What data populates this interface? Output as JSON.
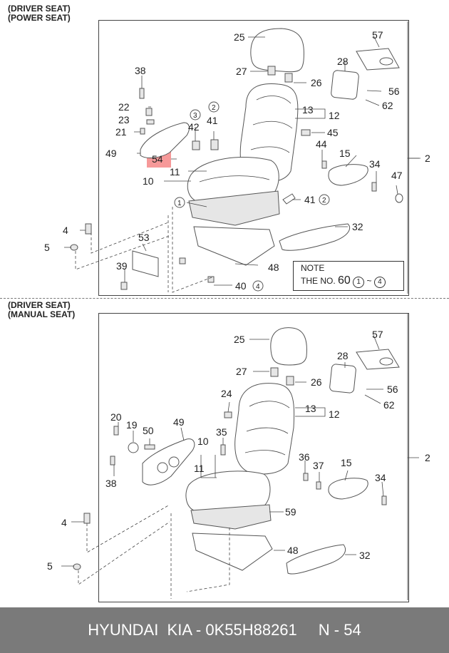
{
  "sections": [
    {
      "line1": "(DRIVER SEAT)",
      "line2": "(POWER SEAT)"
    },
    {
      "line1": "(DRIVER SEAT)",
      "line2": "(MANUAL SEAT)"
    }
  ],
  "top_labels": [
    "25",
    "27",
    "26",
    "57",
    "28",
    "56",
    "62",
    "38",
    "22",
    "23",
    "21",
    "49",
    "54",
    "3",
    "2",
    "42",
    "41",
    "13",
    "12",
    "45",
    "44",
    "15",
    "34",
    "47",
    "2",
    "11",
    "10",
    "1",
    "41",
    "32",
    "4",
    "5",
    "53",
    "39",
    "48",
    "40",
    "4"
  ],
  "note": {
    "title": "NOTE",
    "text_prefix": "THE NO.",
    "number": "60",
    "range_from": "1",
    "tilde": "~",
    "range_to": "4"
  },
  "bottom_labels": [
    "25",
    "57",
    "27",
    "26",
    "28",
    "56",
    "62",
    "24",
    "13",
    "12",
    "20",
    "19",
    "50",
    "49",
    "35",
    "10",
    "2",
    "36",
    "37",
    "15",
    "34",
    "11",
    "38",
    "59",
    "4",
    "48",
    "32",
    "5"
  ],
  "footer": {
    "brand": "HYUNDAI  KIA - 0K55H88261",
    "page": "N - 54"
  },
  "colors": {
    "highlight": "#f26d6d",
    "footer_bg": "#7a7a7a"
  }
}
